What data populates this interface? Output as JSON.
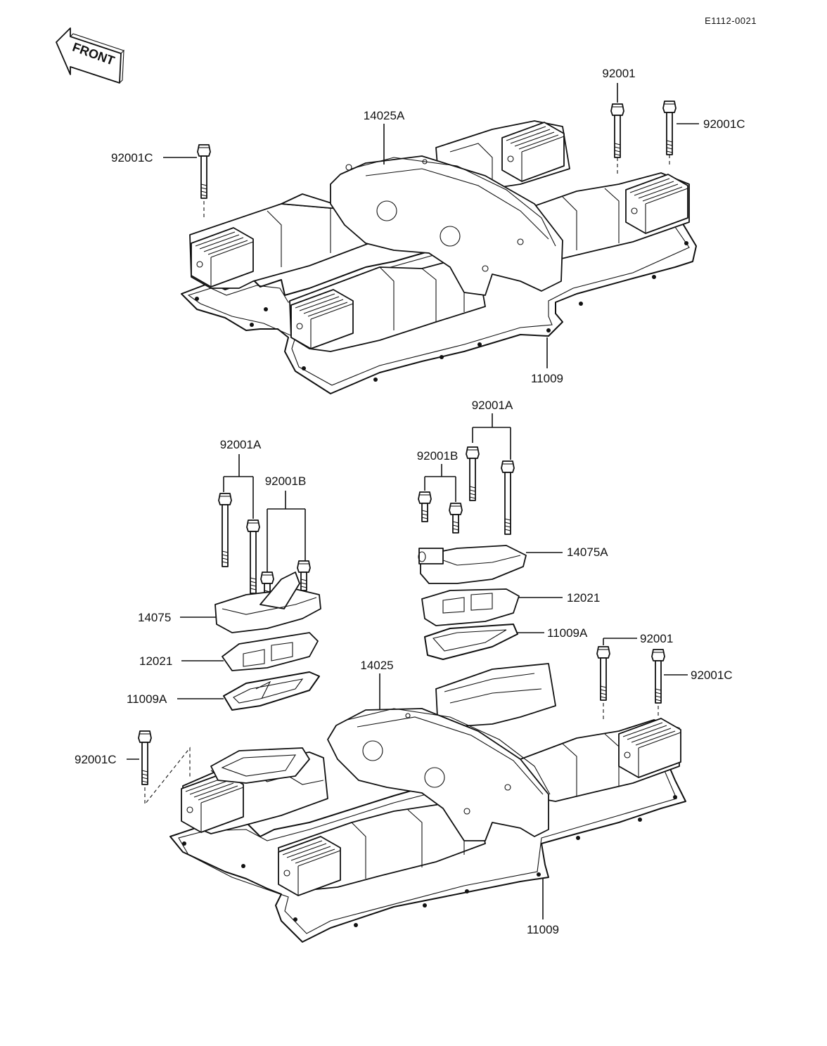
{
  "drawing_code": "E1112-0021",
  "front_label": "FRONT",
  "labels": {
    "top_bolt_92001": "92001",
    "top_bolt_92001c_right": "92001C",
    "top_bolt_92001c_left": "92001C",
    "top_cover": "14025A",
    "top_gasket": "11009",
    "mid_right_bolt_a": "92001A",
    "mid_right_bolt_b": "92001B",
    "mid_right_cap": "14075A",
    "mid_right_plate": "12021",
    "mid_right_gasket": "11009A",
    "mid_left_bolt_a": "92001A",
    "mid_left_bolt_b": "92001B",
    "mid_left_cap": "14075",
    "mid_left_plate": "12021",
    "mid_left_gasket": "11009A",
    "bottom_cover": "14025",
    "bottom_bolt_92001": "92001",
    "bottom_bolt_92001c_right": "92001C",
    "bottom_bolt_92001c_left": "92001C",
    "bottom_gasket": "11009"
  }
}
